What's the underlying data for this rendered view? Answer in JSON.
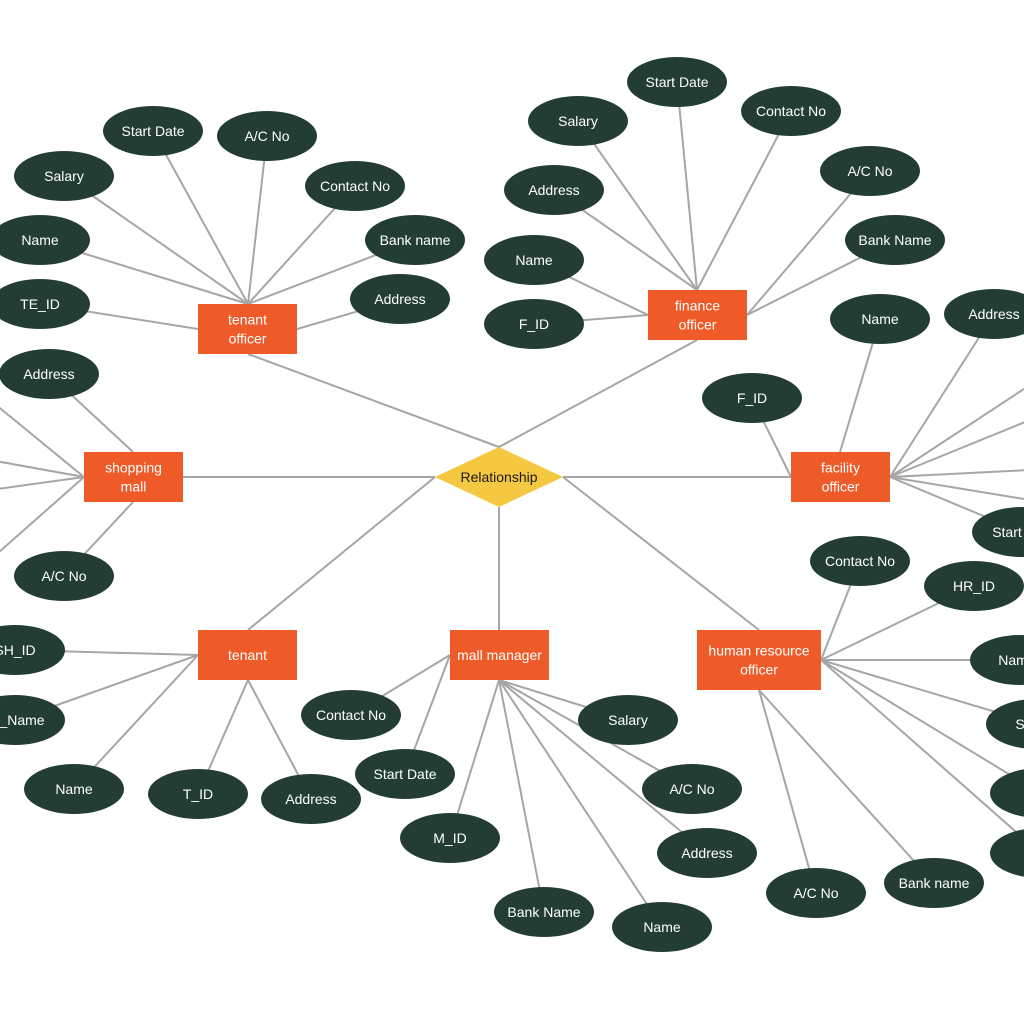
{
  "relationship": {
    "label": "Relationship"
  },
  "entities": {
    "tenant_officer": [
      "tenant",
      "officer"
    ],
    "finance_officer": [
      "finance",
      "officer"
    ],
    "shopping_mall": [
      "shopping",
      "mall"
    ],
    "facility_officer": [
      "facility",
      "officer"
    ],
    "tenant": [
      "tenant"
    ],
    "mall_manager": [
      "mall manager"
    ],
    "human_resource_officer": [
      "human resource",
      "officer"
    ]
  },
  "attributes": {
    "tenant_officer": [
      "TE_ID",
      "Name",
      "Salary",
      "Start Date",
      "A/C No",
      "Contact No",
      "Bank name",
      "Address"
    ],
    "finance_officer": [
      "F_ID",
      "Name",
      "Address",
      "Salary",
      "Start Date",
      "Contact No",
      "A/C No",
      "Bank Name"
    ],
    "shopping_mall": [
      "Address",
      "A/C No"
    ],
    "facility_officer": [
      "F_ID",
      "Name",
      "Address",
      "Start"
    ],
    "tenant": [
      "SH_ID",
      "_Name",
      "Name",
      "T_ID",
      "Address"
    ],
    "mall_manager": [
      "Contact No",
      "Start Date",
      "M_ID",
      "Bank Name",
      "Name",
      "Address",
      "A/C No",
      "Salary"
    ],
    "human_resource_officer": [
      "Contact No",
      "HR_ID",
      "Nam",
      "S",
      "",
      "",
      "Bank name",
      "A/C No"
    ]
  }
}
